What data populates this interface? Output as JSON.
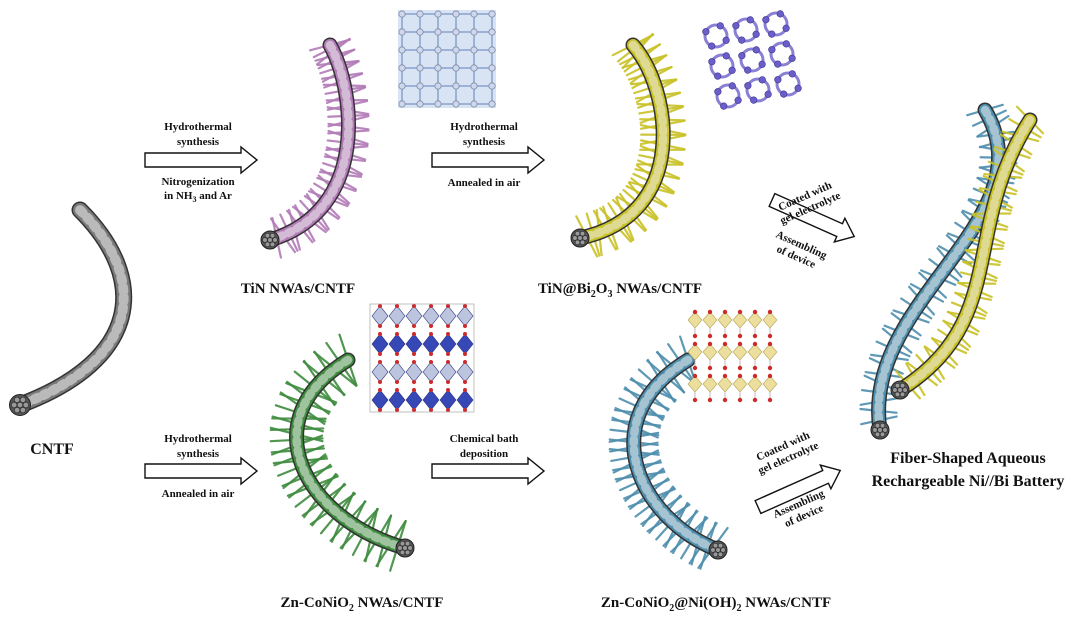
{
  "colors": {
    "cntf": "#7a7a7a",
    "tin": "#b27bb7",
    "bi2o3": "#c9c227",
    "cnio": "#3f8c3f",
    "niooh": "#4e8fae",
    "crystal_blue": "#8fb3df",
    "crystal_purple": "#8a80d4",
    "crystal_dark": "#2b3fb2",
    "crystal_yellow": "#ecdf9e",
    "crystal_red": "#cf2a2a"
  },
  "labels": {
    "cntf": "CNTF",
    "tin": "TiN NWAs/CNTF",
    "tin_bi_pre": "TiN@Bi",
    "tin_bi_sub": "2",
    "tin_bi_mid": "O",
    "tin_bi_sub2": "3",
    "tin_bi_post": " NWAs/CNTF",
    "zn_pre": "Zn-CoNiO",
    "zn_sub": "2",
    "zn_post": " NWAs/CNTF",
    "zn_ni_pre": "Zn-CoNiO",
    "zn_ni_sub": "2",
    "zn_ni_mid": "@Ni(OH)",
    "zn_ni_sub2": "2",
    "zn_ni_post": " NWAs/CNTF",
    "battery_line1": "Fiber-Shaped Aqueous",
    "battery_line2": "Rechargeable Ni//Bi Battery"
  },
  "steps": {
    "a1_top1": "Hydrothermal",
    "a1_top2": "synthesis",
    "a1_bot1": "Nitrogenization",
    "a1_bot2_pre": "in NH",
    "a1_bot2_sub": "3",
    "a1_bot2_post": " and Ar",
    "a2_top1": "Hydrothermal",
    "a2_top2": "synthesis",
    "a2_bot": "Annealed in air",
    "a3_top1": "Hydrothermal",
    "a3_top2": "synthesis",
    "a3_bot": "Annealed in air",
    "a4_top1": "Chemical bath",
    "a4_top2": "deposition",
    "d1_top1": "Coated with",
    "d1_top2": "gel electrolyte",
    "d1_bot1": "Assembling",
    "d1_bot2": "of device",
    "d2_top1": "Coated with",
    "d2_top2": "gel electrolyte",
    "d2_bot1": "Assembling",
    "d2_bot2": "of device"
  }
}
